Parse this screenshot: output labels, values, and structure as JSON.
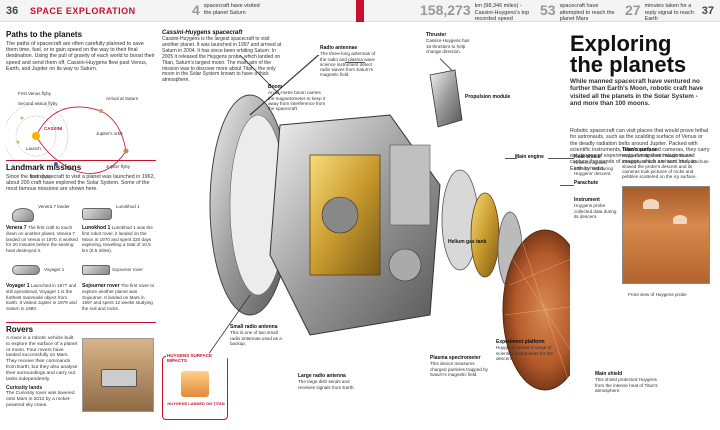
{
  "header": {
    "page_left": "36",
    "section_prefix": "SPACE",
    "section_title": "SPACE EXPLORATION",
    "stat1_num": "4",
    "stat1_text": "spacecraft have visited the planet Saturn",
    "stat2_num": "158,273",
    "stat2_text": "km (98,346 miles) - Cassini-Huygens's top recorded speed",
    "stat3_num": "53",
    "stat3_text": "spacecraft have attempted to reach the planet Mars",
    "stat4_num": "27",
    "stat4_text": "minutes taken for a reply signal to reach Earth",
    "page_right": "37"
  },
  "left": {
    "paths_title": "Paths to the planets",
    "paths_text": "The paths of spacecraft are often carefully planned to save them time, fuel, or to gain speed on the way to their final destination. Using the pull of gravity of each world to boost their speed and send them off, Cassini-Huygens flew past Venus, Earth, and Jupiter on its way to Saturn.",
    "diagram_labels": [
      "First Venus flyby",
      "Second Venus flyby",
      "Arrival at Saturn",
      "Launch",
      "Earth flyby",
      "Jupiter flyby",
      "Jupiter's orbit",
      "CASSINI"
    ],
    "landmark_title": "Landmark missions",
    "landmark_text": "Since the first spacecraft to visit a planet was launched in 1962, about 200 craft have explored the Solar System. Some of the most famous missions are shown here.",
    "missions": [
      {
        "label": "Venera 7",
        "desc": "The first craft to touch down on another planet, Venera 7 landed on Venus in 1970. It worked for 20 minutes before the searing heat destroyed it."
      },
      {
        "label": "Lunokhod 1",
        "desc": "Lunokhod 1 was the first robot rover, it landed on the Moon in 1970 and spent 320 days exploring, travelling a total of 10.5 km (6.5 miles)."
      },
      {
        "label": "Voyager 1",
        "desc": "Launched in 1977 and still operational, Voyager 1 is the furthest manmade object from Earth. It visited Jupiter in 1979 and Saturn in 1980."
      },
      {
        "label": "Sojourner rover",
        "desc": "The first rover to explore another planet was Sojourner. It landed on Mars in 1997 and spent 12 weeks studying the soil and rocks."
      }
    ],
    "small_labels": [
      "Venera 7 lander",
      "Lunokhod 1",
      "Voyager 1",
      "Sojourner rover"
    ],
    "rovers_title": "Rovers",
    "rovers_text": "A rover is a robotic vehicle built to explore the surface of a planet or moon. Four rovers have landed successfully on Mars. They receive their commands from Earth, but they also analyse their surroundings and carry out tasks independently.",
    "curiosity_title": "Curiosity lands",
    "curiosity_text": "The Curiosity rover was lowered onto Mars in 2012 by a rocket-powered sky crane."
  },
  "cassini": {
    "title": "Cassini-Huygens spacecraft",
    "text": "Cassini-Huygens is the largest spacecraft to visit another planet. It was launched in 1997 and arrived at Saturn in 2004. It has since been orbiting Saturn. In 2005 it released the Huygens probe, which landed on Titan, Saturn's largest moon. The main aim of the mission was to discover more about Titan - the only moon in the Solar System known to have a thick atmosphere."
  },
  "callouts": [
    {
      "title": "Radio antennae",
      "text": "The three-long antennas of the radio and plasma wave science instrument detect radio waves from Saturn's magnetic field."
    },
    {
      "title": "Thruster",
      "text": "Cassini-Huygens has 16 thrusters to help change direction."
    },
    {
      "title": "Main engine",
      "text": ""
    },
    {
      "title": "Boom",
      "text": "An 11-metre boom carries the magnetometer to keep it away from interference from the spacecraft."
    },
    {
      "title": "Propulsion module",
      "text": ""
    },
    {
      "title": "Helium gas tank",
      "text": ""
    },
    {
      "title": "Heat shield",
      "text": "Protects against intense heat during Huygens' descent."
    },
    {
      "title": "Parachute",
      "text": ""
    },
    {
      "title": "Instrument",
      "text": "Huygens probe collected data during its descent."
    },
    {
      "title": "Small radio antenna",
      "text": "This is one of two small radio antennae used as a backup."
    },
    {
      "title": "Plasma spectrometer",
      "text": "This device measures charged particles trapped by Saturn's magnetic field."
    },
    {
      "title": "Experiment platform",
      "text": "Huygens carried a range of scientific instruments for the descent."
    },
    {
      "title": "Main shield",
      "text": "This shield protected Huygens from the intense heat of Titan's atmosphere."
    },
    {
      "title": "Large radio antenna",
      "text": "The large dish sends and receives signals from Earth."
    }
  ],
  "inset": {
    "label": "HUYGENS SURFACE IMPACTS",
    "caption": "HUYGENS LANDED ON TITAN"
  },
  "right": {
    "title": "Exploring the planets",
    "intro": "While manned spacecraft have ventured no further than Earth's Moon, robotic craft have visited all the planets in the Solar System - and more than 100 moons.",
    "text": "Robotic spacecraft can visit places that would prove lethal for astronauts, such as the scalding surface of Venus or the deadly radiation belts around Jupiter. Packed with scientific instruments, telescopes, and cameras, they carry out dozens of experiments during their missions and capture thousands of images, which are sent back to Earth by radio.",
    "titan_title": "Titan's surface",
    "titan_text": "Huygens's descent through Titan's atmosphere took 2.5 hours. The parachute slowed the probe's descent and its cameras took pictures of rocks and pebbles scattered on the icy surface.",
    "photo_label": "Front view of Huygens probe"
  },
  "colors": {
    "accent": "#c8102e",
    "photo": "#b3632f"
  }
}
